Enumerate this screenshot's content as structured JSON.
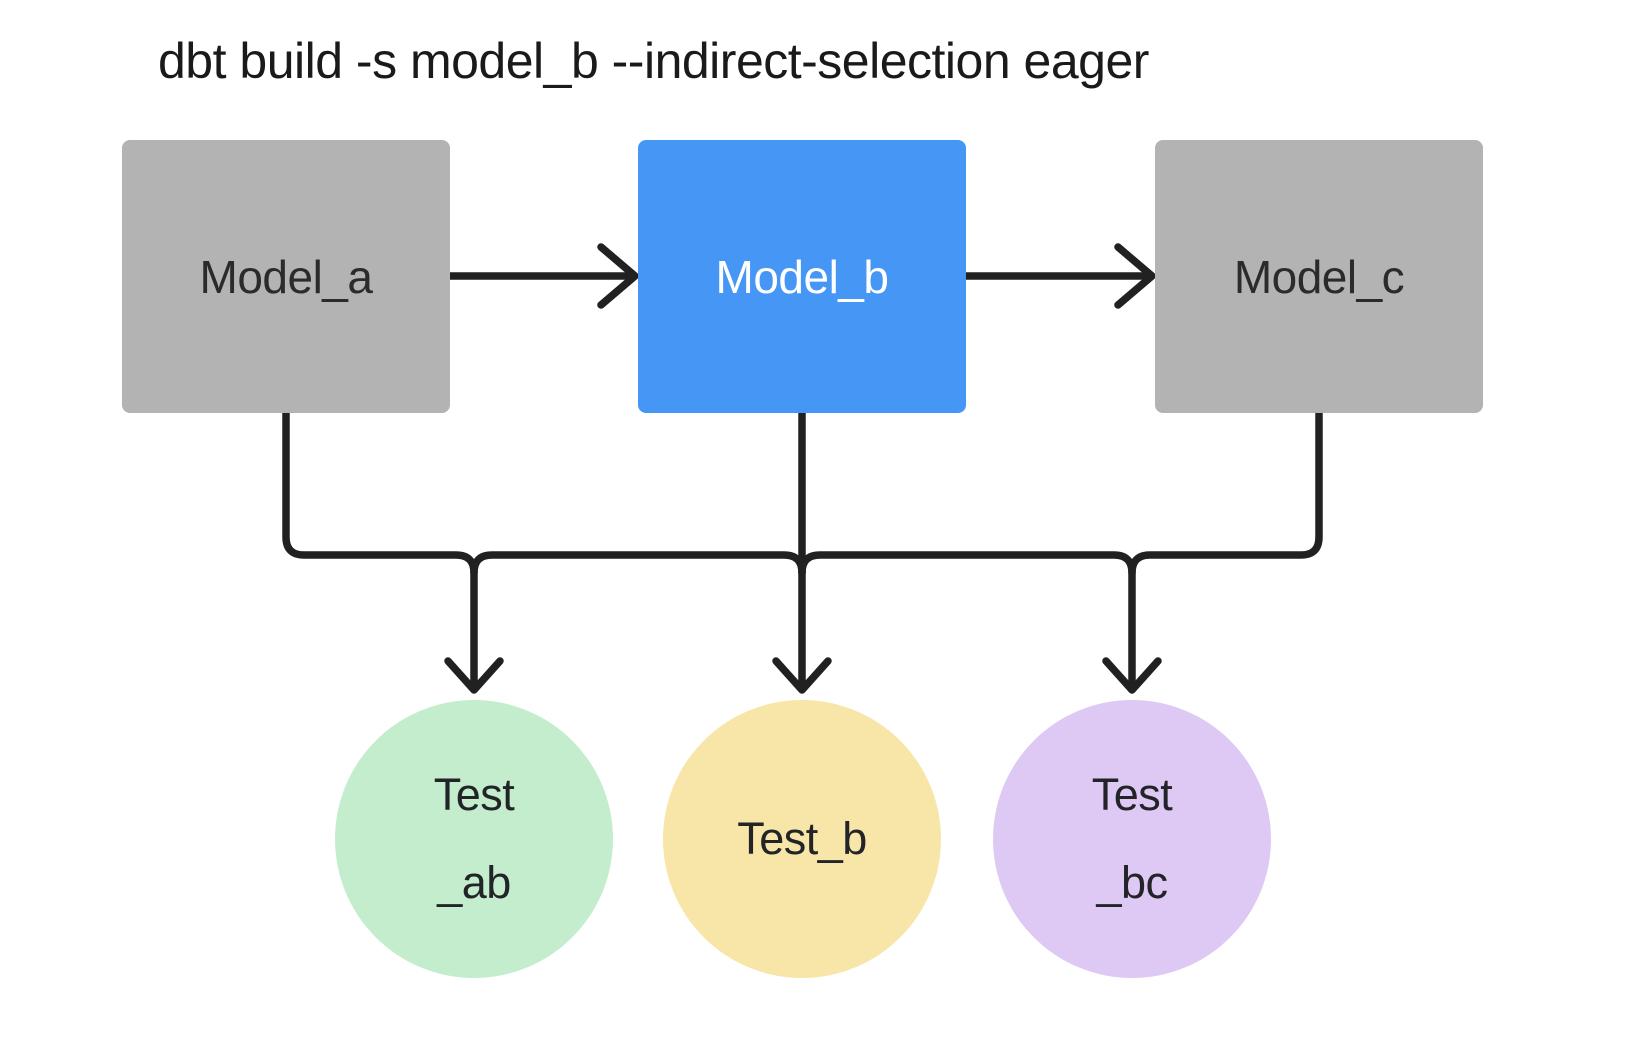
{
  "title": "dbt build -s model_b --indirect-selection eager",
  "colors": {
    "background": "#ffffff",
    "line": "#212121",
    "model_default_bg": "#b3b3b3",
    "model_selected_bg": "#4596f5",
    "model_default_text": "#2b2b2b",
    "model_selected_text": "#ffffff",
    "test_ab_bg": "#c3edcd",
    "test_b_bg": "#f8e5a8",
    "test_bc_bg": "#ddc9f4"
  },
  "models": [
    {
      "id": "model_a",
      "label": "Model_a",
      "selected": false,
      "bg": "#b3b3b3"
    },
    {
      "id": "model_b",
      "label": "Model_b",
      "selected": true,
      "bg": "#4596f5"
    },
    {
      "id": "model_c",
      "label": "Model_c",
      "selected": false,
      "bg": "#b3b3b3"
    }
  ],
  "tests": [
    {
      "id": "test_ab",
      "lines": [
        "Test",
        "_ab"
      ],
      "bg": "#c3edcd"
    },
    {
      "id": "test_b",
      "lines": [
        "Test_b"
      ],
      "bg": "#f8e5a8"
    },
    {
      "id": "test_bc",
      "lines": [
        "Test",
        "_bc"
      ],
      "bg": "#ddc9f4"
    }
  ],
  "edges": [
    {
      "from": "model_a",
      "to": "model_b"
    },
    {
      "from": "model_b",
      "to": "model_c"
    },
    {
      "from": "model_a",
      "to": "test_ab"
    },
    {
      "from": "model_b",
      "to": "test_ab"
    },
    {
      "from": "model_b",
      "to": "test_b"
    },
    {
      "from": "model_b",
      "to": "test_bc"
    },
    {
      "from": "model_c",
      "to": "test_bc"
    }
  ]
}
